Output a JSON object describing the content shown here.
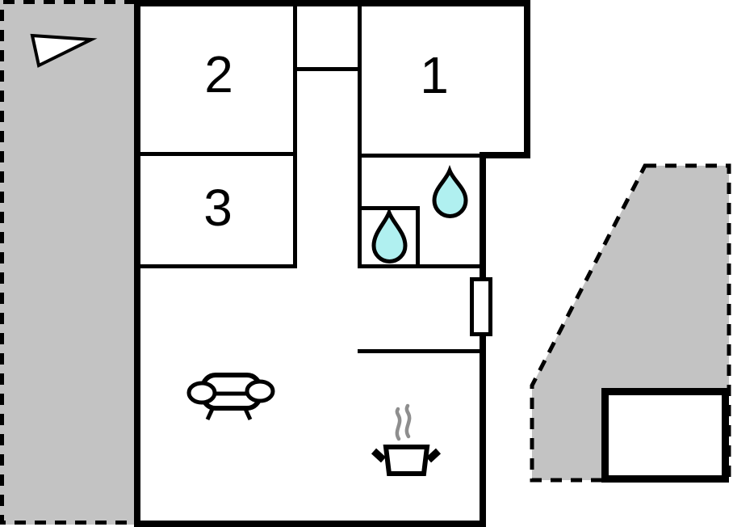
{
  "figure": {
    "type": "floor-plan",
    "description": "holiday home floor plan with three numbered rooms, bathroom, kitchen area and outdoor terraces"
  },
  "colors": {
    "wall": "#000000",
    "outdoor_area": "#c3c3c3",
    "water_drop": "#b0f0f0",
    "steam": "#8e8e8e",
    "background": "#ffffff"
  },
  "rooms": {
    "room1": {
      "label": "1"
    },
    "room2": {
      "label": "2"
    },
    "room3": {
      "label": "3"
    }
  },
  "icons": {
    "north_arrow": "triangle-pointer",
    "water_drop": "teardrop",
    "sofa": "couch-front-view",
    "stove": "cooking-pot-with-steam",
    "window": "white-rect-on-wall"
  }
}
